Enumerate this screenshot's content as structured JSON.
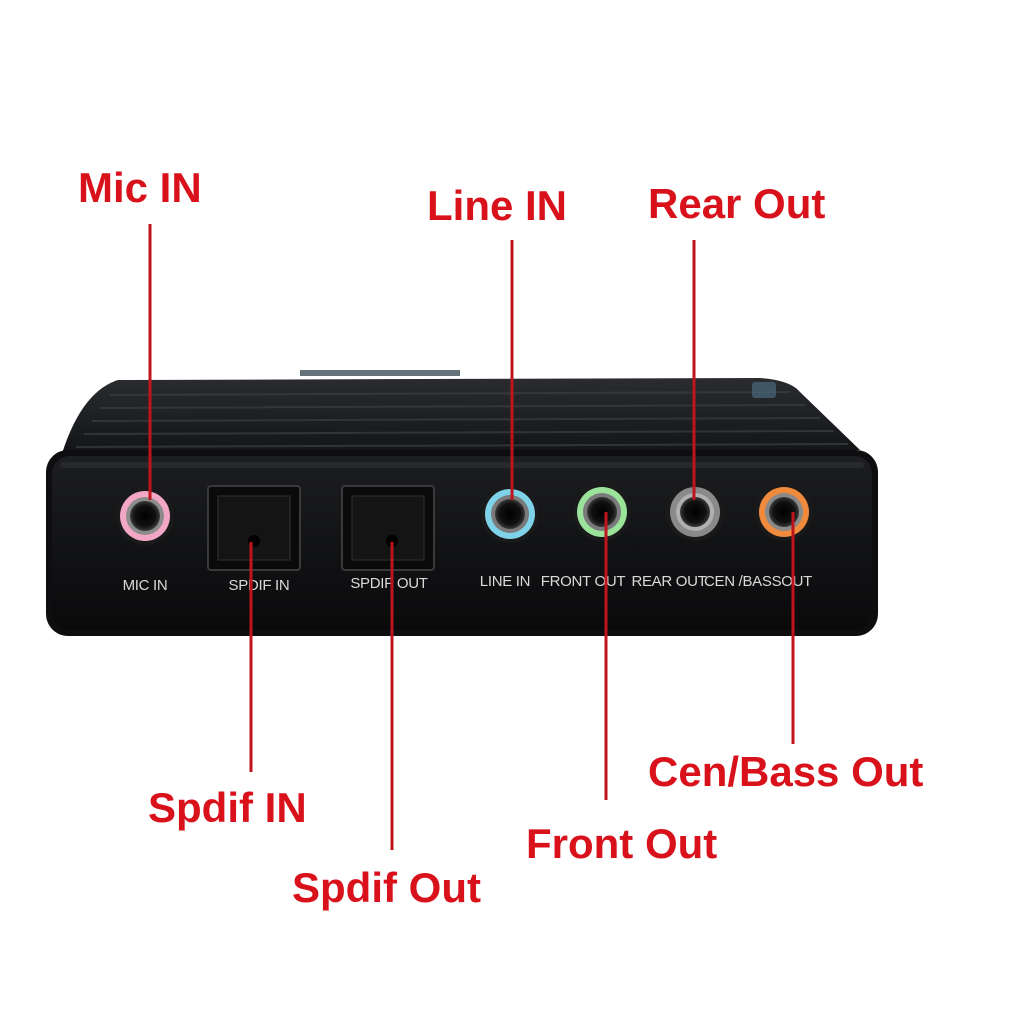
{
  "device": {
    "port_labels": {
      "mic_in": "MIC IN",
      "spdif_in": "SPDIF IN",
      "spdif_out": "SPDIF OUT",
      "line_in": "LINE IN",
      "front_out": "FRONT OUT",
      "rear_out": "REAR OUT",
      "cen_bass_out": "CEN /BASSOUT"
    },
    "jack_ring_colors": {
      "mic_in": "#f2a7c7",
      "line_in": "#7fd3e8",
      "front_out": "#9be39b",
      "rear_out": "#8a8a8a",
      "cen_bass_out": "#f08a3c"
    },
    "body_color": "#0e0e10"
  },
  "callouts": {
    "mic_in": "Mic IN",
    "line_in": "Line IN",
    "rear_out": "Rear Out",
    "spdif_in": "Spdif IN",
    "spdif_out": "Spdif Out",
    "front_out": "Front Out",
    "cen_bass_out": "Cen/Bass Out"
  },
  "callout_color": "#d8111b",
  "line_color": "#c0141c"
}
